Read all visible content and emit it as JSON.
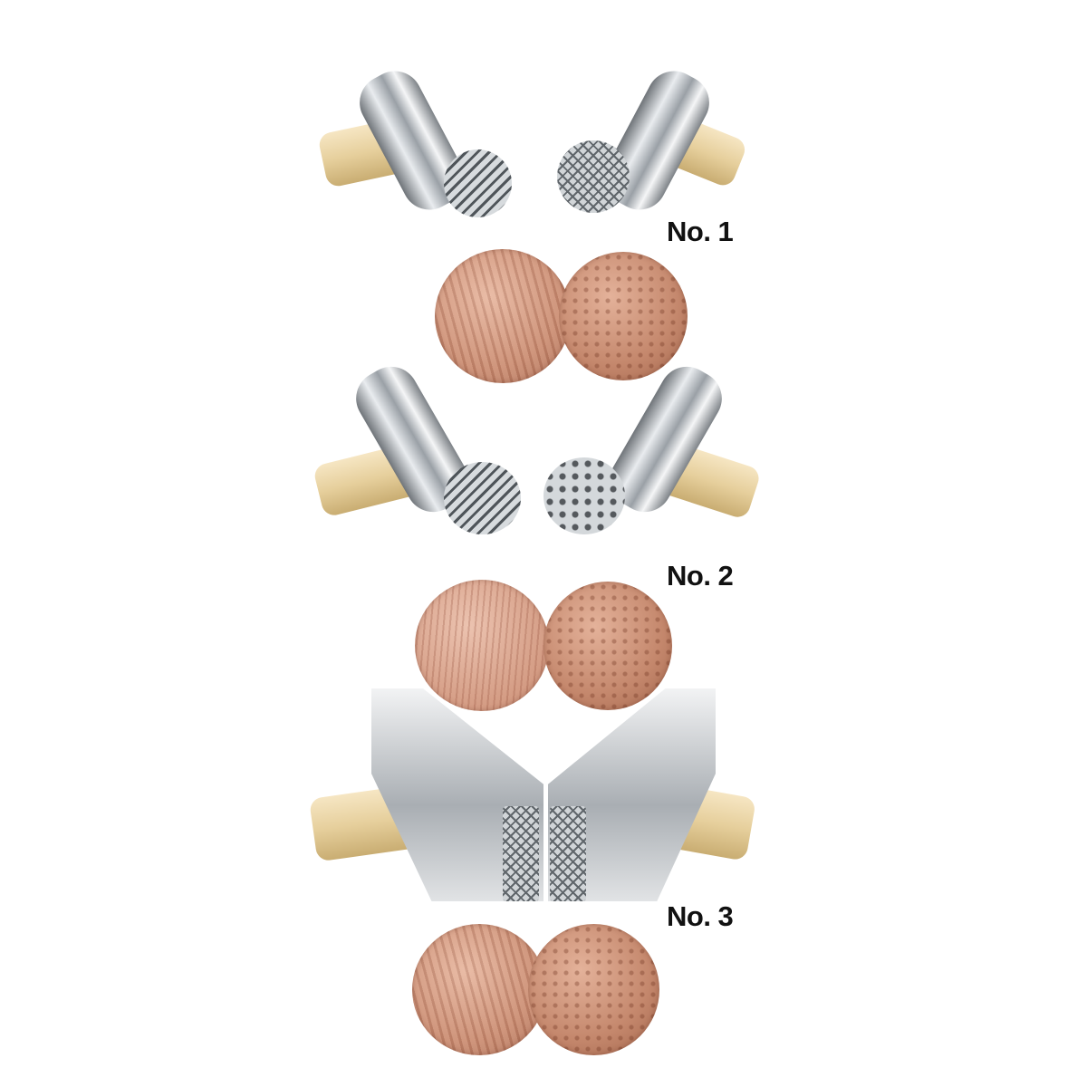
{
  "labels": {
    "set1": "No. 1",
    "set2": "No. 2",
    "set3": "No. 3"
  }
}
